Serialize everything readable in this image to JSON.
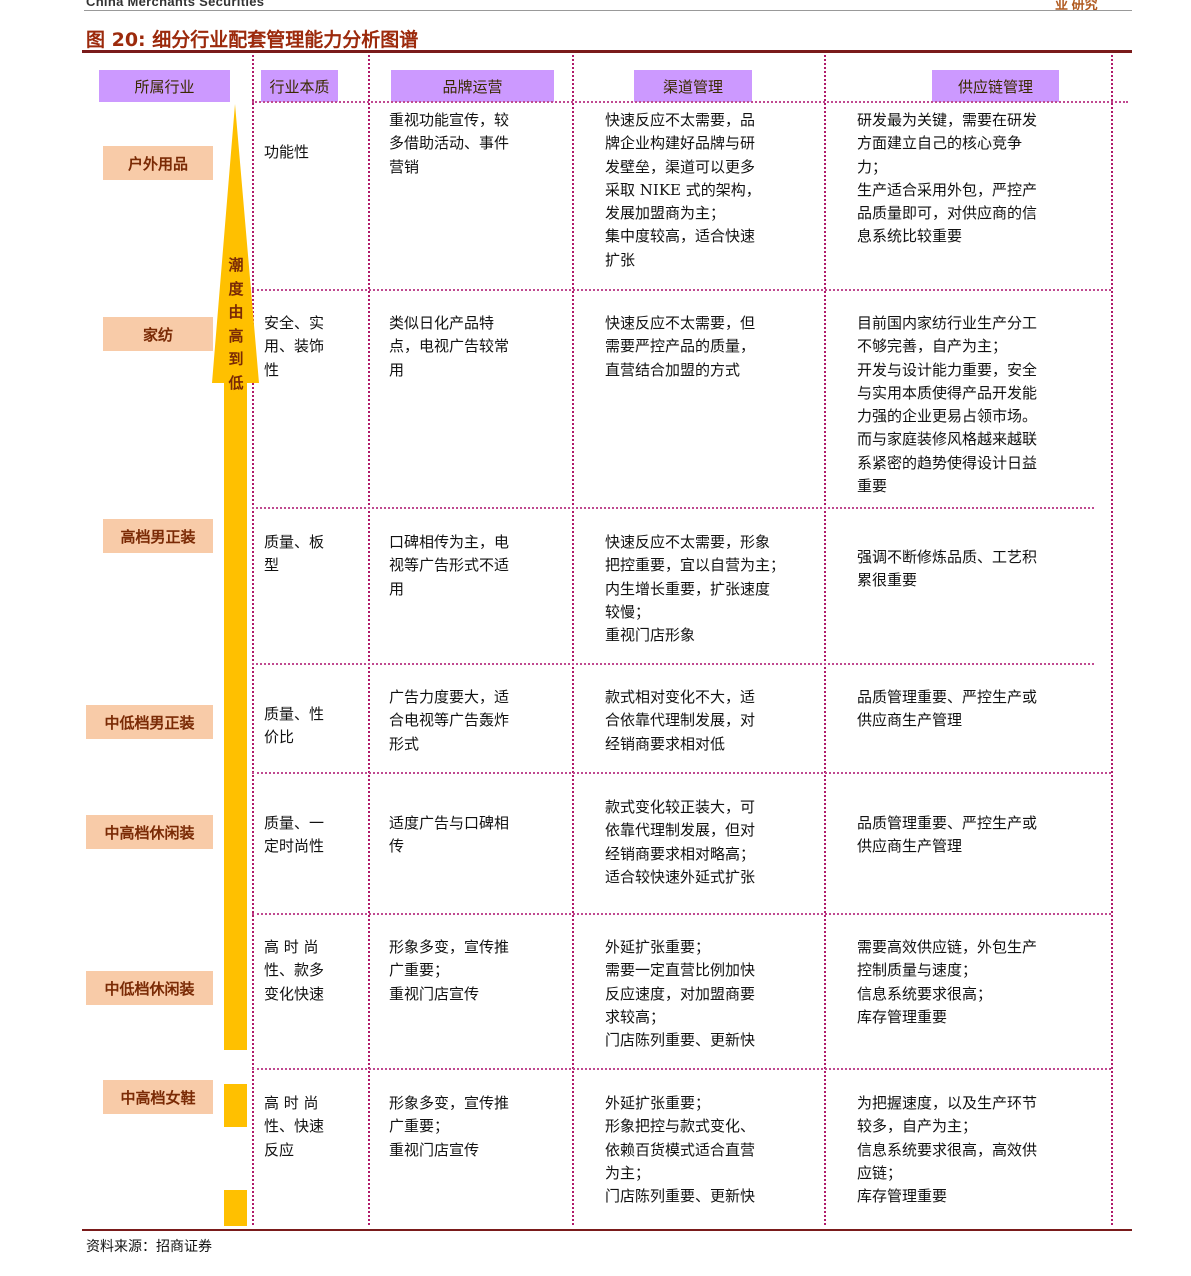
{
  "header": {
    "brand": "China Merchants Securities",
    "right_fragment": "业   研究"
  },
  "figure": {
    "title": "图 20:  细分行业配套管理能力分析图谱"
  },
  "columns": {
    "industry": "所属行业",
    "nature": "行业本质",
    "brand": "品牌运营",
    "channel": "渠道管理",
    "supply": "供应链管理"
  },
  "arrow": {
    "label": "潮度由高到低"
  },
  "rows": [
    {
      "industry": "户外用品",
      "nature": "功能性",
      "brand": "重视功能宣传，较\n多借助活动、事件\n营销",
      "channel": "快速反应不太需要，品\n牌企业构建好品牌与研\n发壁垒，渠道可以更多\n采取 NIKE 式的架构，\n发展加盟商为主；\n集中度较高，适合快速\n扩张",
      "supply": "研发最为关键，需要在研发\n方面建立自己的核心竞争\n力；\n生产适合采用外包，严控产\n品质量即可，对供应商的信\n息系统比较重要"
    },
    {
      "industry": "家纺",
      "nature": "安全、实\n用、装饰\n性",
      "brand": "类似日化产品特\n点，电视广告较常\n用",
      "channel": "快速反应不太需要，但\n需要严控产品的质量，\n直营结合加盟的方式",
      "supply": "目前国内家纺行业生产分工\n不够完善，自产为主；\n开发与设计能力重要，安全\n与实用本质使得产品开发能\n力强的企业更易占领市场。\n而与家庭装修风格越来越联\n系紧密的趋势使得设计日益\n重要"
    },
    {
      "industry": "高档男正装",
      "nature": "质量、板\n型",
      "brand": "口碑相传为主，电\n视等广告形式不适\n用",
      "channel": "快速反应不太需要，形象\n把控重要，宜以自营为主；\n内生增长重要，扩张速度\n较慢；\n重视门店形象",
      "supply": "强调不断修炼品质、工艺积\n累很重要"
    },
    {
      "industry": "中低档男正装",
      "nature": "质量、性\n价比",
      "brand": "广告力度要大，适\n合电视等广告轰炸\n形式",
      "channel": "款式相对变化不大，适\n合依靠代理制发展，对\n经销商要求相对低",
      "supply": "品质管理重要、严控生产或\n供应商生产管理"
    },
    {
      "industry": "中高档休闲装",
      "nature": "质量、一\n定时尚性",
      "brand": "适度广告与口碑相\n传",
      "channel": "款式变化较正装大，可\n依靠代理制发展，但对\n经销商要求相对略高；\n适合较快速外延式扩张",
      "supply": "品质管理重要、严控生产或\n供应商生产管理"
    },
    {
      "industry": "中低档休闲装",
      "nature": "高 时 尚\n性、款多\n变化快速",
      "brand": "形象多变，宣传推\n广重要；\n重视门店宣传",
      "channel": "外延扩张重要；\n需要一定直营比例加快\n反应速度，对加盟商要\n求较高；\n门店陈列重要、更新快",
      "supply": "需要高效供应链，外包生产\n控制质量与速度；\n信息系统要求很高；\n库存管理重要"
    },
    {
      "industry": "中高档女鞋",
      "nature": "高 时 尚\n性、快速\n反应",
      "brand": "形象多变，宣传推\n广重要；\n重视门店宣传",
      "channel": "外延扩张重要；\n形象把控与款式变化、\n依赖百货模式适合直营\n为主；\n门店陈列重要、更新快",
      "supply": "为把握速度，以及生产环节\n较多，自产为主；\n信息系统要求很高，高效供\n应链；\n库存管理重要"
    }
  ],
  "source": "资料来源：招商证券",
  "colors": {
    "title": "#9c2a0c",
    "rule": "#7a1b1b",
    "header_fill": "#cc99ff",
    "industry_fill": "#f8cba8",
    "arrow": "#ffc000",
    "divider": "#b01a6a"
  }
}
